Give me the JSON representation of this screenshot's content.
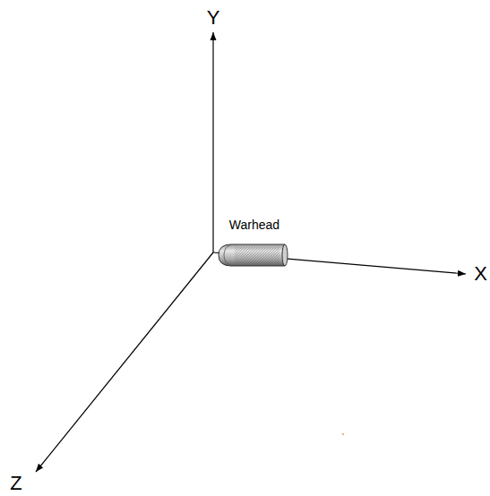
{
  "diagram": {
    "labels": [
      "Y",
      "X",
      "Z",
      "Warhead"
    ]
  }
}
